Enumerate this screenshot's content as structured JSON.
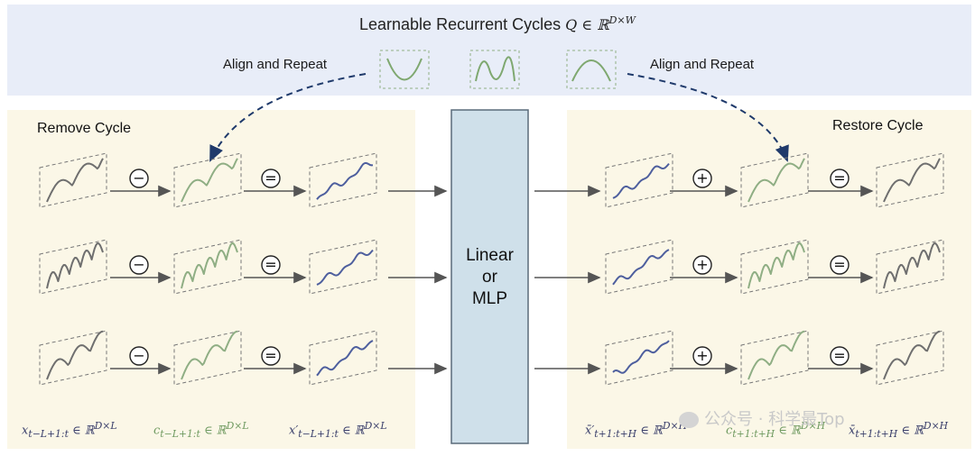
{
  "header": {
    "title": "Learnable Recurrent Cycles",
    "title_math": "Q ∈ ℝ",
    "title_sup": "D×W",
    "left_label": "Align and Repeat",
    "right_label": "Align and Repeat"
  },
  "sections": {
    "left_title": "Remove Cycle",
    "right_title": "Restore Cycle"
  },
  "model_box": {
    "line1": "Linear",
    "line2": "or",
    "line3": "MLP"
  },
  "operators": {
    "minus": "−",
    "equals": "=",
    "plus": "+"
  },
  "bottom_labels": {
    "x_input": {
      "base": "x",
      "sub": "t−L+1:t",
      "rest": " ∈ ℝ",
      "sup": "D×L"
    },
    "c_input": {
      "base": "c",
      "sub": "t−L+1:t",
      "rest": " ∈ ℝ",
      "sup": "D×L"
    },
    "x_resid": {
      "base": "x′",
      "sub": "t−L+1:t",
      "rest": " ∈ ℝ",
      "sup": "D×L"
    },
    "x_pred_resid": {
      "base": "x̄′",
      "sub": "t+1:t+H",
      "rest": " ∈ ℝ",
      "sup": "D×H"
    },
    "c_output": {
      "base": "c",
      "sub": "t+1:t+H",
      "rest": " ∈ ℝ",
      "sup": "D×H"
    },
    "x_pred": {
      "base": "x̄",
      "sub": "t+1:t+H",
      "rest": " ∈ ℝ",
      "sup": "D×H"
    }
  },
  "watermark": "公众号 · 科学最Top",
  "colors": {
    "header_bg": "#e8edf8",
    "panel_bg": "#fbf7e7",
    "box_fill": "#cfe0ea",
    "box_stroke": "#5a6b7a",
    "dashed_arrow": "#1f3a6b",
    "wave_gray": "#6f6f6f",
    "wave_green": "#8fae84",
    "wave_blue": "#4e5f9e",
    "math_green": "#6f9a60",
    "math_blue": "#3a3f6b"
  }
}
